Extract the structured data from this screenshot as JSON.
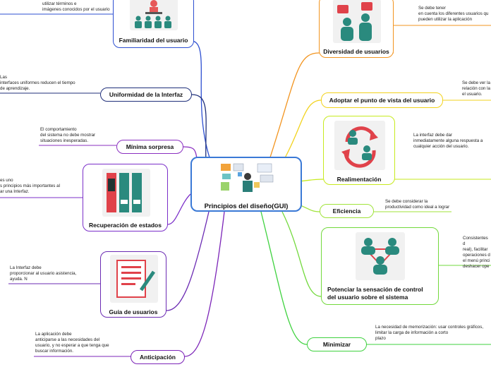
{
  "center": {
    "title": "Principios del diseño(GUI)",
    "color": "#3a79d6"
  },
  "nodes": [
    {
      "id": "familiaridad",
      "label": "Familiaridad del usuario",
      "color": "#2d4fd1"
    },
    {
      "id": "uniformidad",
      "label": "Uniformidad de la Interfaz",
      "color": "#1f2f7a"
    },
    {
      "id": "sorpresa",
      "label": "Mínima sorpresa",
      "color": "#8a2fc0"
    },
    {
      "id": "recuperacion",
      "label": "Recuperación de estados",
      "color": "#7b2fc9"
    },
    {
      "id": "guia",
      "label": "Guía de usuarios",
      "color": "#6b2bb3"
    },
    {
      "id": "anticipacion",
      "label": "Anticipación",
      "color": "#7c25b8"
    },
    {
      "id": "diversidad",
      "label": "Diversidad de usuarios",
      "color": "#f2941f"
    },
    {
      "id": "adoptar",
      "label": "Adoptar el punto de vista del usuario",
      "color": "#f2d21c"
    },
    {
      "id": "realimentacion",
      "label": "Realimentación",
      "color": "#c7ea1e"
    },
    {
      "id": "eficiencia",
      "label": "Eficiencia",
      "color": "#a0e33a"
    },
    {
      "id": "potenciar",
      "label": "Potenciar la sensación de control del usuario sobre el sistema",
      "color": "#72d93c"
    },
    {
      "id": "minimizar",
      "label": "Minimizar",
      "color": "#3fd23f"
    }
  ],
  "notes": [
    {
      "id": "familiaridad",
      "text": "utilizar términos e\nimágenes conocidos por el usuario"
    },
    {
      "id": "uniformidad",
      "text": "Las\ninterfaces uniformes reducen el tiempo\nde aprendizaje."
    },
    {
      "id": "sorpresa",
      "text": "El comportamiento\ndel sistema no debe mostrar\nsituaciones inesperadas."
    },
    {
      "id": "recuperacion",
      "text": "es uno\ns principios más importantes al\nar una Interfaz."
    },
    {
      "id": "guia",
      "text": "La Interfaz debe\nproporcionar al usuario asistencia,\nayuda. N"
    },
    {
      "id": "anticipacion",
      "text": "La aplicación debe\nanticiparse a las necesidades del\nusuario, y no esperar a que tenga que\nbuscar información."
    },
    {
      "id": "diversidad",
      "text": "Se debe tener\nen cuenta los diferentes usuarios qu\npueden utilizar la aplicación"
    },
    {
      "id": "adoptar",
      "text": "Se debe ver la\nrelación con la\nel usuario."
    },
    {
      "id": "realimentacion",
      "text": "La interfaz debe dar\ninmediatamente alguna respuesta a\ncualquier acción del usuario."
    },
    {
      "id": "eficiencia",
      "text": "Se debe considerar la\nproductividad como ideal a lograr"
    },
    {
      "id": "potenciar",
      "text": "Consistentes d\nreal), facilitar\noperaciones d\nel menú princi\ndeshacer ope"
    },
    {
      "id": "minimizar",
      "text": "La necesidad de memorización: usar controles gráficos,\nlimitar la carga de información a corto\nplazo"
    }
  ]
}
